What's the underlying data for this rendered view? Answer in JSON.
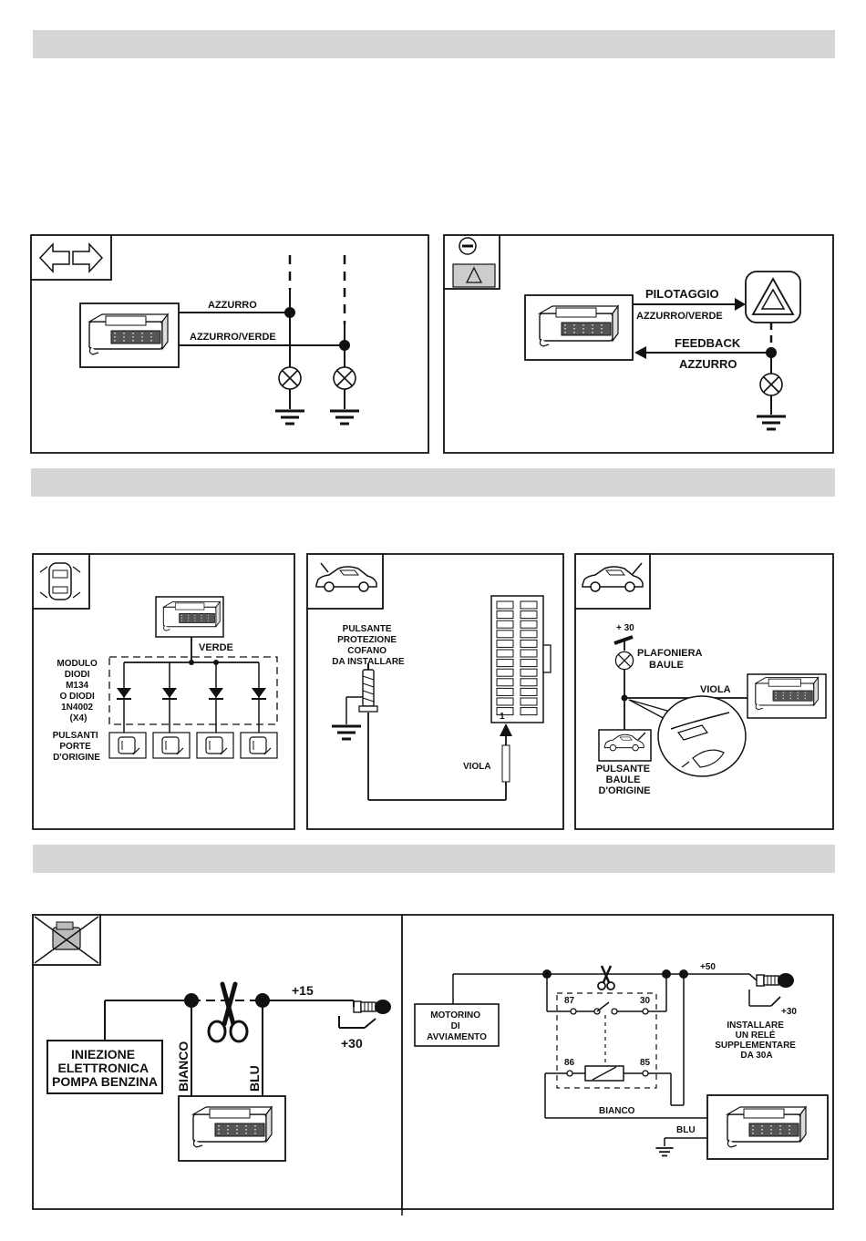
{
  "indicators": {
    "azzurro": "AZZURRO",
    "azzurro_verde": "AZZURRO/VERDE"
  },
  "hazard": {
    "pilotaggio": "PILOTAGGIO",
    "azzurro_verde": "AZZURRO/VERDE",
    "feedback": "FEEDBACK",
    "azzurro": "AZZURRO"
  },
  "doors": {
    "verde": "VERDE",
    "modulo_lines": [
      "MODULO",
      "DIODI",
      "M134",
      "O DIODI",
      "1N4002",
      "(X4)"
    ],
    "pulsanti_lines": [
      "PULSANTI",
      "PORTE",
      "D'ORIGINE"
    ]
  },
  "bonnet": {
    "pulsante_lines": [
      "PULSANTE",
      "PROTEZIONE",
      "COFANO",
      "DA INSTALLARE"
    ],
    "viola": "VIOLA",
    "pin": "1"
  },
  "trunk": {
    "plus30": "+ 30",
    "plafoniera_lines": [
      "PLAFONIERA",
      "BAULE"
    ],
    "viola": "VIOLA",
    "pulsante_lines": [
      "PULSANTE",
      "BAULE",
      "D'ORIGINE"
    ]
  },
  "immobilizer_fuel": {
    "iniezione_lines": [
      "INIEZIONE",
      "ELETTRONICA",
      "POMPA BENZINA"
    ],
    "bianco": "BIANCO",
    "blu": "BLU",
    "plus15": "+15",
    "plus30": "+30"
  },
  "immobilizer_starter": {
    "motorino_lines": [
      "MOTORINO",
      "DI",
      "AVVIAMENTO"
    ],
    "pin87": "87",
    "pin30": "30",
    "pin86": "86",
    "pin85": "85",
    "plus50": "+50",
    "plus30": "+30",
    "installare_lines": [
      "INSTALLARE",
      "UN RELÉ",
      "SUPPLEMENTARE",
      "DA 30A"
    ],
    "bianco": "BIANCO",
    "blu": "BLU"
  },
  "icons": [
    "turn-signal-arrows-icon",
    "hazard-button-icon",
    "car-top-doors-icon",
    "car-side-bonnet-icon",
    "car-side-trunk-icon",
    "engine-crossed-icon",
    "control-unit-icon",
    "ignition-key-icon",
    "scissors-icon",
    "lamp-icon",
    "ground-icon"
  ]
}
